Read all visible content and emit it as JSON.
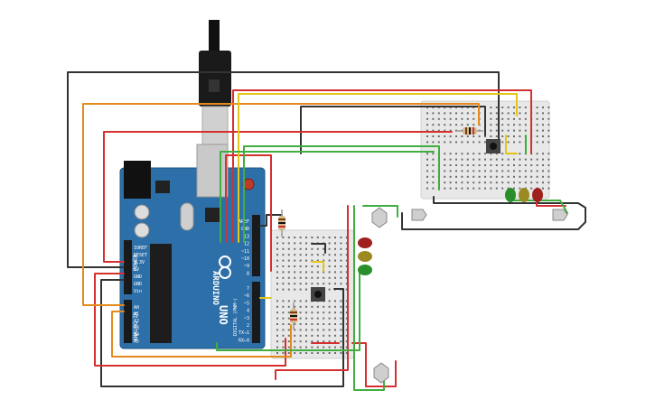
{
  "canvas": {
    "background": "#ffffff"
  },
  "colors": {
    "board": "#2d6fa8",
    "board_edge": "#1f5583",
    "breadboard": "#e8e8e8",
    "hole": "#6b6b6b",
    "wire_black": "#333333",
    "wire_red": "#d62f2f",
    "wire_orange": "#e48a1c",
    "wire_yellow": "#e5c51a",
    "wire_green": "#3fae3f",
    "led_red": "#a02020",
    "led_yellow": "#9a8a20",
    "led_green": "#2a8f2a"
  },
  "arduino": {
    "brand": "ARDUINO",
    "model": "UNO",
    "power_header": [
      "IOREF",
      "RESET",
      "3.3V",
      "5V",
      "GND",
      "GND",
      "Vin"
    ],
    "power_label": "POWER",
    "analog_header": [
      "A0",
      "A1",
      "A2",
      "A3",
      "A4",
      "A5"
    ],
    "analog_label": "ANALOG IN",
    "digital_top": [
      "AREF",
      "GND",
      "13",
      "12",
      "~11",
      "~10",
      "~9",
      "8"
    ],
    "digital_bottom": [
      "7",
      "~6",
      "~5",
      "4",
      "~3",
      "2",
      "TX→1",
      "RX←0"
    ],
    "digital_label": "DIGITAL (PWM~)"
  },
  "usb_cable": {
    "icon": "usb-plug-icon"
  },
  "icons": [
    "pushbutton-icon",
    "led-icon",
    "resistor-icon",
    "traffic-light-icon",
    "usb-plug-icon"
  ]
}
